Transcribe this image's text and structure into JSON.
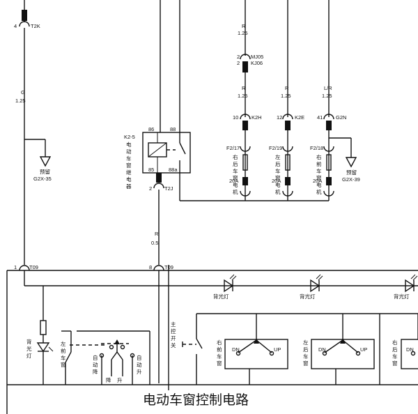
{
  "title": "电动车窗控制电路",
  "left_col": {
    "pin": "4",
    "conn": "T2K",
    "wire_color": "G",
    "wire_size": "1.25",
    "reserve_label": "预留",
    "reserve_code": "G2X-35"
  },
  "relay": {
    "name_line1": "K2-5",
    "name_chars": [
      "电",
      "动",
      "车",
      "窗",
      "继",
      "电",
      "器"
    ],
    "pin86": "86",
    "pin88": "88",
    "pin85": "85",
    "pin88a": "88a",
    "out_pin": "2",
    "out_conn": "T2J",
    "wire_color": "R",
    "wire_size": "0.5"
  },
  "col1": {
    "wire_color_top": "R",
    "wire_size_top": "1.25",
    "mj_pin_a": "2",
    "mj_code_a": "MJ05",
    "mj_pin_b": "2",
    "mj_code_b": "KJ06",
    "wire_color": "R",
    "wire_size": "1.25",
    "pin": "10",
    "conn": "K2H",
    "fuse": "F2/17",
    "label_chars": [
      "右",
      "后",
      "车",
      "窗",
      "电",
      "机"
    ],
    "amp": "20A"
  },
  "col2": {
    "wire_color": "R",
    "wire_size": "1.25",
    "pin": "12",
    "conn": "K2E",
    "fuse": "F2/19",
    "label_chars": [
      "左",
      "后",
      "车",
      "窗",
      "电",
      "机"
    ],
    "amp": "20A"
  },
  "col3": {
    "wire_color": "L/R",
    "wire_size": "1.25",
    "pin": "41",
    "conn": "G2N",
    "fuse": "F2/18",
    "label_chars": [
      "右",
      "前",
      "车",
      "窗",
      "电",
      "机"
    ],
    "amp": "20A",
    "reserve_label": "预留",
    "reserve_code": "G2X-39"
  },
  "bus": {
    "pin_left": "1",
    "conn_left": "T09",
    "pin_mid": "8",
    "conn_mid": "T09"
  },
  "backlights": [
    "背光灯",
    "背光灯",
    "背光灯"
  ],
  "left_backlight_chars": [
    "背",
    "光",
    "灯"
  ],
  "left_window_chars": [
    "左",
    "前",
    "车",
    "窗"
  ],
  "auto_down_chars": [
    "自",
    "动",
    "降"
  ],
  "auto_up_chars": [
    "自",
    "动",
    "升"
  ],
  "down_label": "降",
  "up_label": "升",
  "master_switch_chars": [
    "主",
    "控",
    "开",
    "关"
  ],
  "switch_labels": [
    {
      "chars": [
        "右",
        "前",
        "车",
        "窗"
      ],
      "dn": "DN",
      "up": "UP"
    },
    {
      "chars": [
        "左",
        "后",
        "车",
        "窗"
      ],
      "dn": "DN",
      "up": "UP"
    },
    {
      "chars": [
        "右",
        "后",
        "车",
        "窗"
      ],
      "dn": "DN",
      "up": ""
    }
  ]
}
